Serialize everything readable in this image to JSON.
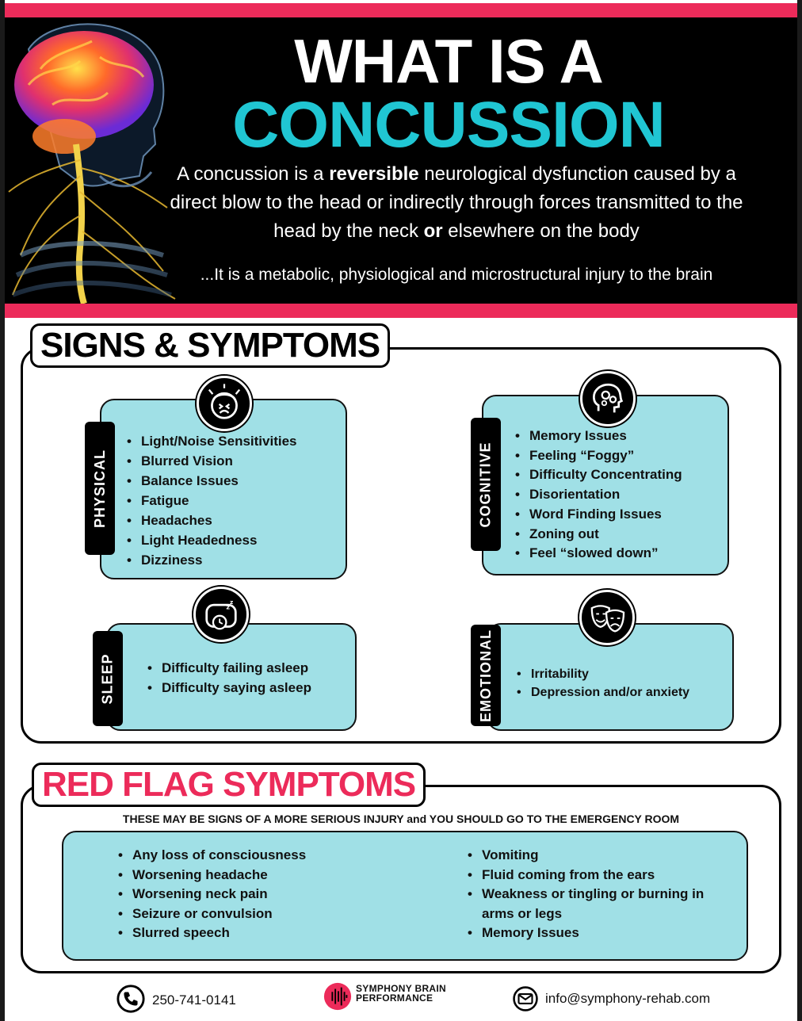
{
  "header": {
    "title_line1": "WHAT IS A",
    "title_line2": "CONCUSSION",
    "intro_part1": "A concussion is a ",
    "intro_bold1": "reversible",
    "intro_part2": " neurological dysfunction caused by a direct blow to the head or indirectly through forces transmitted to the head by the neck ",
    "intro_bold2": "or",
    "intro_part3": " elsewhere on the body",
    "subline": "...It is a metabolic, physiological and microstructural injury to the brain"
  },
  "signs": {
    "title": "SIGNS & SYMPTOMS",
    "physical": {
      "label": "PHYSICAL",
      "icon": "frustrated-face-icon",
      "items": [
        "Light/Noise Sensitivities",
        "Blurred Vision",
        "Balance Issues",
        "Fatigue",
        "Headaches",
        "Light Headedness",
        "Dizziness"
      ]
    },
    "cognitive": {
      "label": "COGNITIVE",
      "icon": "head-gears-icon",
      "items": [
        "Memory Issues",
        "Feeling “Foggy”",
        "Difficulty Concentrating",
        "Disorientation",
        "Word Finding Issues",
        "Zoning out",
        "Feel “slowed down”"
      ]
    },
    "sleep": {
      "label": "SLEEP",
      "icon": "pillow-clock-icon",
      "items": [
        "Difficulty failing asleep",
        "Difficulty saying asleep"
      ]
    },
    "emotional": {
      "label": "EMOTIONAL",
      "icon": "theater-masks-icon",
      "items": [
        "Irritability",
        "Depression and/or anxiety"
      ]
    }
  },
  "red_flags": {
    "title": "RED FLAG SYMPTOMS",
    "warning": "THESE MAY BE SIGNS OF A MORE SERIOUS INJURY and YOU SHOULD GO TO THE EMERGENCY ROOM",
    "left_items": [
      "Any loss of consciousness",
      "Worsening headache",
      "Worsening neck pain",
      "Seizure or convulsion",
      "Slurred speech"
    ],
    "right_items": [
      "Vomiting",
      "Fluid coming from the ears",
      "Weakness or tingling or burning in arms or legs",
      "Memory Issues"
    ]
  },
  "footer": {
    "phone": "250-741-0141",
    "logo_line1": "SYMPHONY BRAIN",
    "logo_line2": "PERFORMANCE",
    "email": "info@symphony-rehab.com"
  },
  "colors": {
    "accent_pink": "#ec2b5a",
    "accent_teal": "#20c6d3",
    "card_fill": "#a0e0e6"
  }
}
